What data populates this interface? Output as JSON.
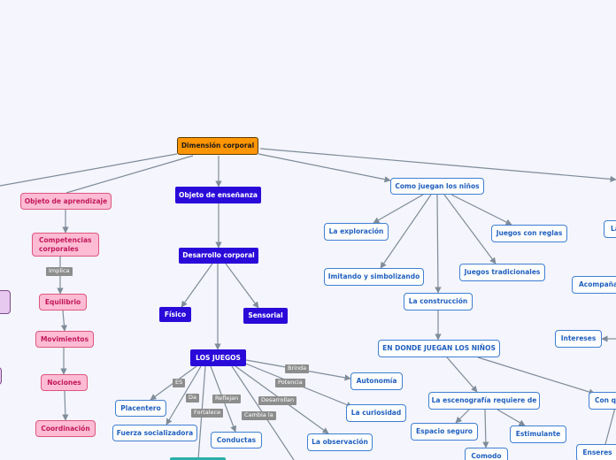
{
  "colors": {
    "background": "#f4f5fd",
    "root_fill": "#ff9500",
    "purple_fill": "#2a0ad9",
    "pink_fill": "#fdbcd3",
    "pink_text": "#c2185b",
    "white_border": "#3f7fd2",
    "white_text": "#1f5fbf",
    "connector": "#7f8c99",
    "tag_fill": "#8d8d8d"
  },
  "nodes": {
    "root": "Dimensión corporal",
    "objeto_aprendizaje": "Objeto de aprendizaje",
    "competencias": "Competencias\ncorporales",
    "equilibrio": "Equilibrio",
    "movimientos": "Movimientos",
    "nociones": "Nociones",
    "coordinacion": "Coordinación",
    "objeto_ensenanza": "Objeto de enseñanza",
    "desarrollo_corporal": "Desarrollo corporal",
    "fisico": "Físico",
    "sensorial": "Sensorial",
    "los_juegos": "LOS JUEGOS",
    "placentero": "Placentero",
    "fuerza_socializadora": "Fuerza socializadora",
    "conductas": "Conductas",
    "autonomia": "Autonomía",
    "curiosidad": "La curiosidad",
    "observacion": "La observación",
    "como_juegan": "Como juegan los niños",
    "exploracion": "La exploración",
    "imitando": "Imitando y simbolizando",
    "construccion": "La construcción",
    "juegos_reglas": "Juegos con reglas",
    "juegos_tradicionales": "Juegos tradicionales",
    "donde_juegan": "EN DONDE JUEGAN LOS NIÑOS",
    "escenografia": "La escenografía requiere de",
    "espacio_seguro": "Espacio seguro",
    "estimulante": "Estimulante",
    "comodo": "Comodo",
    "con_q": "Con q",
    "enseres": "Enseres",
    "intereses": "Intereses",
    "acompana": "Acompaña",
    "la_partial": "La"
  },
  "tags": {
    "implica": "Implica",
    "es": "ES",
    "da": "Da",
    "fortalece": "Fortalece",
    "reflejan": "Reflejan",
    "cambia_la": "Cambia la",
    "desarrollan": "Desarrollan",
    "potencia": "Potencia",
    "brinda": "Brinda"
  }
}
